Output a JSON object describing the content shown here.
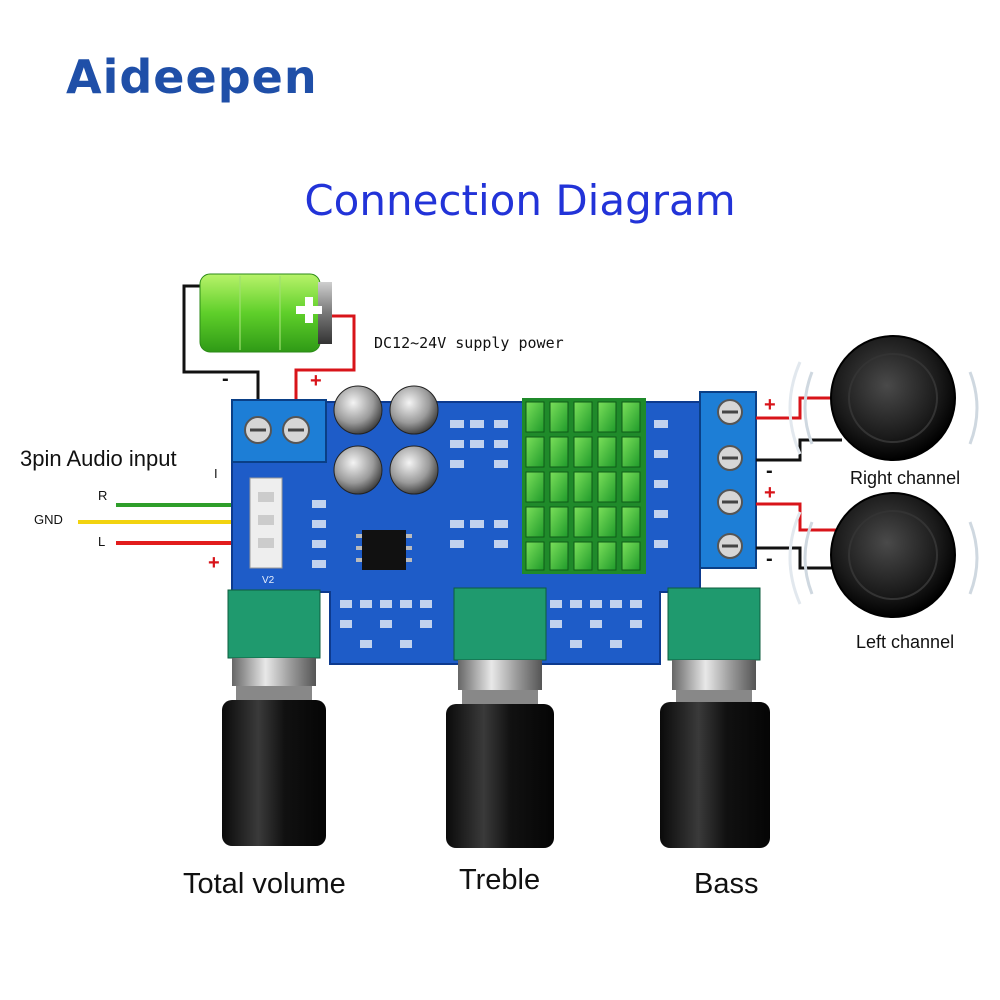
{
  "brand": {
    "logo_text": "Aideepen",
    "accent_letter": "A"
  },
  "title": "Connection Diagram",
  "power": {
    "label": "DC12~24V  supply power",
    "minus": "-",
    "plus": "+"
  },
  "audio_input": {
    "label": "3pin Audio input",
    "pins": [
      {
        "label": "R",
        "wire_color": "#2e9e2a"
      },
      {
        "label": "GND",
        "wire_color": "#f2d30f"
      },
      {
        "label": "L",
        "wire_color": "#e21c1c"
      }
    ],
    "pin_marker_top": "I",
    "pin_marker_bottom": "+"
  },
  "speakers": [
    {
      "name": "Right channel",
      "plus": "+",
      "minus": "-"
    },
    {
      "name": "Left channel",
      "plus": "+",
      "minus": "-"
    }
  ],
  "knobs": [
    {
      "label": "Total volume"
    },
    {
      "label": "Treble"
    },
    {
      "label": "Bass"
    }
  ],
  "board": {
    "version_label": "V2",
    "color": "#1e5cc8"
  }
}
